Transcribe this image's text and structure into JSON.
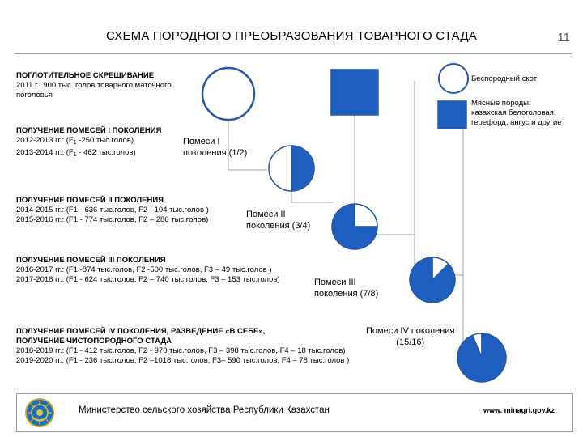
{
  "header": {
    "title": "СХЕМА ПОРОДНОГО ПРЕОБРАЗОВАНИЯ ТОВАРНОГО СТАДА",
    "page_number": "11"
  },
  "legend": {
    "circle_label": "Беспородный скот",
    "square_label_lines": [
      "Мясные породы:",
      "казахская белоголовая,",
      "герефорд, ангус и другие"
    ],
    "colors": {
      "fill": "#1f5fbf",
      "stroke": "#2a55a0",
      "line": "#9aa2b0"
    }
  },
  "steps": [
    {
      "heading": "ПОГЛОТИТЕЛЬНОЕ СКРЕЩИВАНИЕ",
      "lines": [
        "2011 г.: 900 тыс. голов товарного маточного",
        "поголовья"
      ]
    },
    {
      "heading": "ПОЛУЧЕНИЕ ПОМЕСЕЙ I ПОКОЛЕНИЯ",
      "line1": {
        "a": "2012-2013 гг.: (F",
        "a_sub": "1",
        "b": " -250 тыс.голов)"
      },
      "line2": {
        "a": "2013-2014 гг.: (F",
        "a_sub": "1",
        "b": " - 462 тыс.голов)"
      },
      "label_lines": [
        "Помеси I",
        "поколения (1/2)"
      ],
      "fraction": 0.5
    },
    {
      "heading": "ПОЛУЧЕНИЕ ПОМЕСЕЙ II ПОКОЛЕНИЯ",
      "line1": "2014-2015 гг.: (F1 - 636 тыс.голов, F2 - 104 тыс.голов )",
      "line2": "2015-2016 гг.: (F1 - 774 тыс.голов, F2 – 280 тыс.голов)",
      "label_lines": [
        "Помеси II",
        "поколения (3/4)"
      ],
      "fraction": 0.75
    },
    {
      "heading": "ПОЛУЧЕНИЕ ПОМЕСЕЙ III ПОКОЛЕНИЯ",
      "line1": "2016-2017 гг.: (F1 -874 тыс.голов, F2 -500 тыс.голов, F3 – 49 тыс.голов )",
      "line2": "2017-2018 гг.: (F1 - 624 тыс.голов, F2 – 740 тыс.голов, F3 – 153 тыс.голов)",
      "label_lines": [
        "Помеси III",
        "поколения (7/8)"
      ],
      "fraction": 0.875
    },
    {
      "heading_lines": [
        "ПОЛУЧЕНИЕ ПОМЕСЕЙ IV ПОКОЛЕНИЯ, РАЗВЕДЕНИЕ «В СЕБЕ»,",
        "ПОЛУЧЕНИЕ ЧИСТОПОРОДНОГО СТАДА"
      ],
      "line1": "2018-2019 гг.: (F1 - 412 тыс.голов, F2 - 970 тыс.голов, F3 – 398 тыс.голов, F4 – 18 тыс.голов)",
      "line2": "2019-2020 гг.: (F1 - 236 тыс.голов, F2 –1018 тыс.голов, F3– 590 тыс.голов, F4 – 78 тыс.голов )",
      "label_lines": [
        "Помеси IV поколения",
        "(15/16)"
      ],
      "fraction": 0.9375
    }
  ],
  "footer": {
    "ministry": "Министерство сельского хозяйства Республики Казахстан",
    "url": "www. minagri.gov.kz"
  }
}
